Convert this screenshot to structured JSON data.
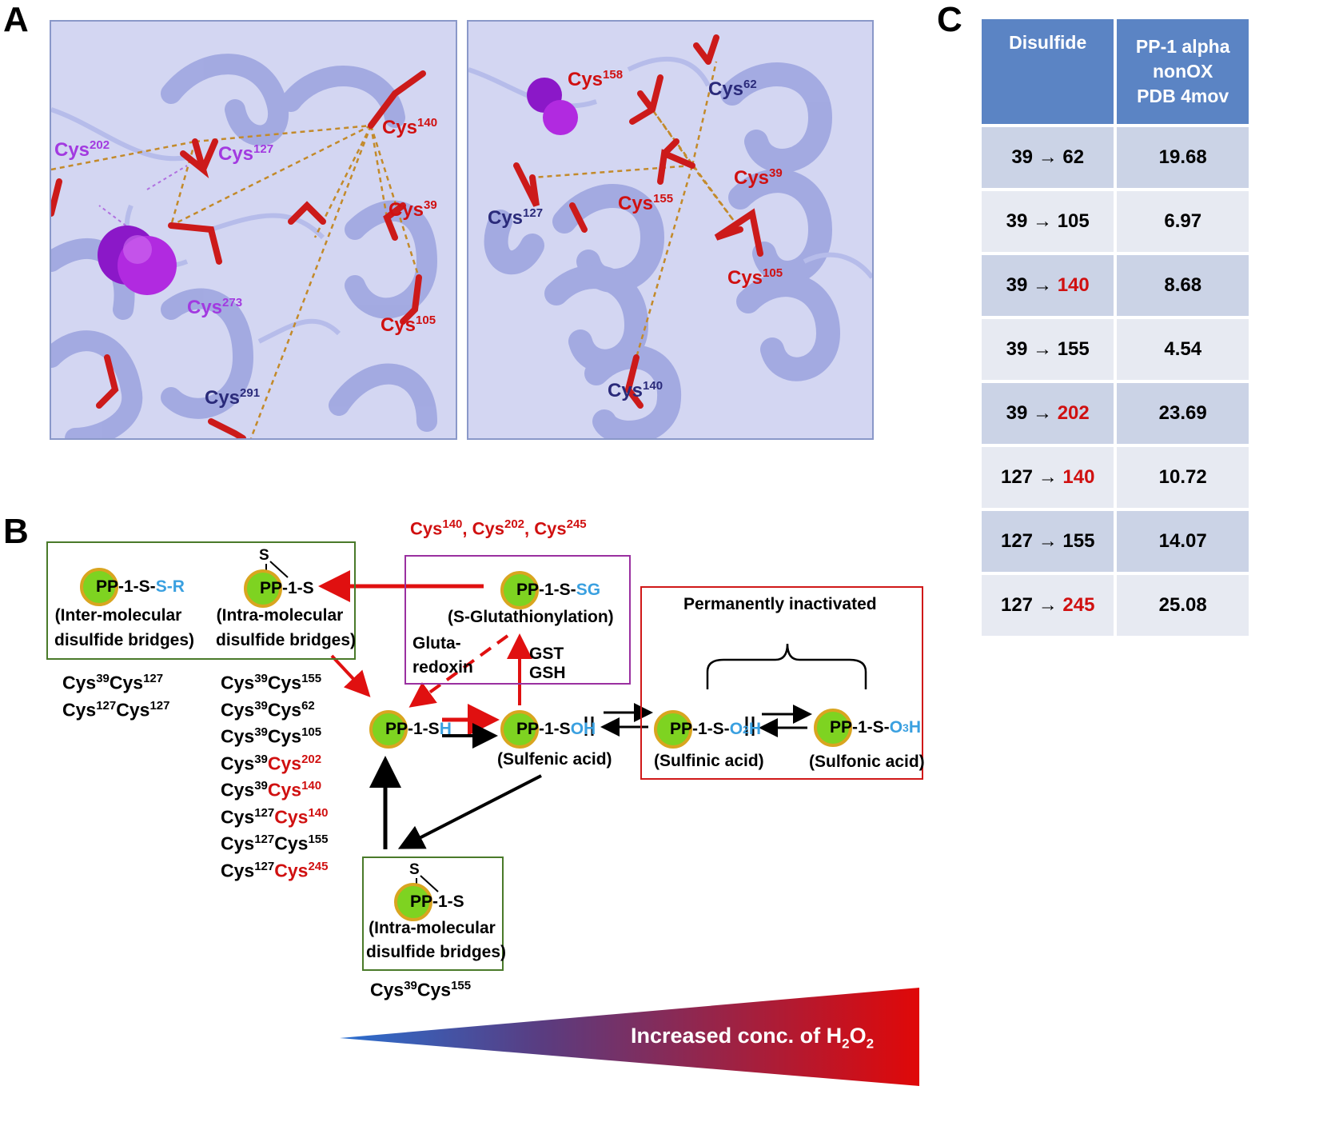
{
  "panels": {
    "a": "A",
    "b": "B",
    "c": "C"
  },
  "panel_a": {
    "left_labels": {
      "cys140": "Cys",
      "cys140_sup": "140",
      "cys127": "Cys",
      "cys127_sup": "127",
      "cys202": "Cys",
      "cys202_sup": "202",
      "cys39": "Cys",
      "cys39_sup": "39",
      "cys273": "Cys",
      "cys273_sup": "273",
      "cys105": "Cys",
      "cys105_sup": "105",
      "cys291": "Cys",
      "cys291_sup": "291"
    },
    "right_labels": {
      "cys158": "Cys",
      "cys158_sup": "158",
      "cys62": "Cys",
      "cys62_sup": "62",
      "cys39": "Cys",
      "cys39_sup": "39",
      "cys155": "Cys",
      "cys155_sup": "155",
      "cys127": "Cys",
      "cys127_sup": "127",
      "cys105": "Cys",
      "cys105_sup": "105",
      "cys140": "Cys",
      "cys140_sup": "140"
    }
  },
  "table": {
    "headers": [
      "Disulfide",
      "PP-1 alpha",
      "nonOX",
      "PDB 4mov"
    ],
    "rows": [
      {
        "from": "39",
        "to": "62",
        "to_red": false,
        "value": "19.68"
      },
      {
        "from": "39",
        "to": "105",
        "to_red": false,
        "value": "6.97"
      },
      {
        "from": "39",
        "to": "140",
        "to_red": true,
        "value": "8.68"
      },
      {
        "from": "39",
        "to": "155",
        "to_red": false,
        "value": "4.54"
      },
      {
        "from": "39",
        "to": "202",
        "to_red": true,
        "value": "23.69"
      },
      {
        "from": "127",
        "to": "140",
        "to_red": true,
        "value": "10.72"
      },
      {
        "from": "127",
        "to": "155",
        "to_red": false,
        "value": "14.07"
      },
      {
        "from": "127",
        "to": "245",
        "to_red": true,
        "value": "25.08"
      }
    ],
    "arrow": "→"
  },
  "panel_b": {
    "top_cys": {
      "c1": "Cys",
      "s1": "140",
      "sep1": ", ",
      "c2": "Cys",
      "s2": "202",
      "sep2": ", ",
      "c3": "Cys",
      "s3": "245"
    },
    "inter": {
      "prefix": "PP-1-S-",
      "suffix": "S-R",
      "cap1": "(Inter-molecular",
      "cap2": "disulfide bridges)"
    },
    "intra_top": {
      "s": "S",
      "label": "PP-1-S",
      "cap1": "(Intra-molecular",
      "cap2": "disulfide bridges)"
    },
    "glut": {
      "prefix": "PP-1-S-",
      "suffix": "SG",
      "cap": "(S-Glutathionylation)"
    },
    "glutaredoxin": [
      "Gluta-",
      "redoxin"
    ],
    "gst": [
      "GST",
      "GSH"
    ],
    "permanent": "Permanently inactivated",
    "sh": {
      "prefix": "PP-1-S",
      "suffix": "H"
    },
    "soh": {
      "prefix": "PP-1-S",
      "suffix": "OH",
      "cap": "(Sulfenic acid)"
    },
    "so2h": {
      "prefix": "PP-1-S-",
      "o": "O",
      "sub": "2",
      "h": "H",
      "cap": "(Sulfinic acid)"
    },
    "so3h": {
      "prefix": "PP-1-S-",
      "o": "O",
      "sub": "3",
      "h": "H",
      "cap": "(Sulfonic acid)"
    },
    "intra_bottom": {
      "s": "S",
      "label": "PP-1-S",
      "cap1": "(Intra-molecular",
      "cap2": "disulfide bridges)"
    },
    "left_pairs": [
      {
        "a": "Cys",
        "as": "39",
        "b": "Cys",
        "bs": "127"
      },
      {
        "a": "Cys",
        "as": "127",
        "b": "Cys",
        "bs": "127"
      }
    ],
    "mid_pairs": [
      {
        "a": "Cys",
        "as": "39",
        "b": "Cys",
        "bs": "155",
        "red": false
      },
      {
        "a": "Cys",
        "as": "39",
        "b": "Cys",
        "bs": "62",
        "red": false
      },
      {
        "a": "Cys",
        "as": "39",
        "b": "Cys",
        "bs": "105",
        "red": false
      },
      {
        "a": "Cys",
        "as": "39",
        "b": "Cys",
        "bs": "202",
        "red": true
      },
      {
        "a": "Cys",
        "as": "39",
        "b": "Cys",
        "bs": "140",
        "red": true
      },
      {
        "a": "Cys",
        "as": "127",
        "b": "Cys",
        "bs": "140",
        "red": true
      },
      {
        "a": "Cys",
        "as": "127",
        "b": "Cys",
        "bs": "155",
        "red": false
      },
      {
        "a": "Cys",
        "as": "127",
        "b": "Cys",
        "bs": "245",
        "red": true
      }
    ],
    "bottom_pair": {
      "a": "Cys",
      "as": "39",
      "b": "Cys",
      "bs": "155"
    },
    "gradient": {
      "pre": "Increased conc. of H",
      "s1": "2",
      "o": "O",
      "s2": "2"
    }
  }
}
